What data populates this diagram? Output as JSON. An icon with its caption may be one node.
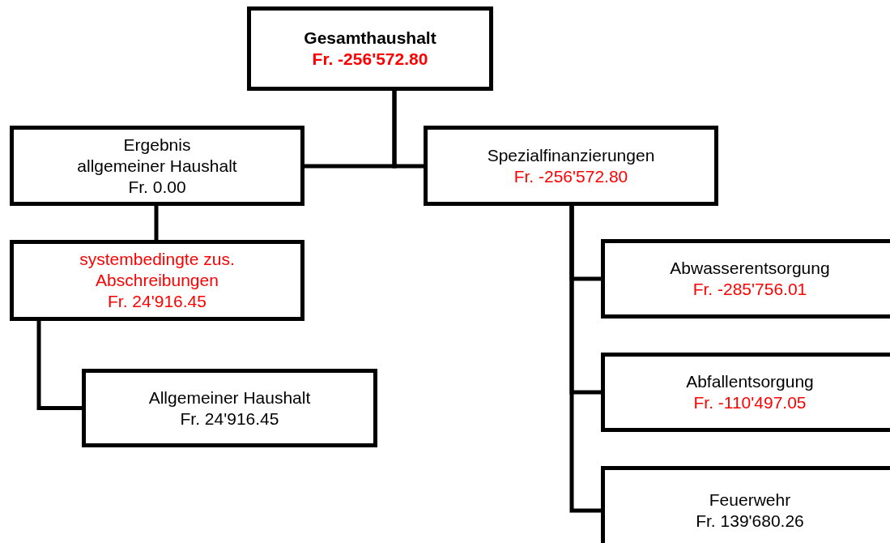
{
  "diagram": {
    "nodes": [
      {
        "text": [
          "Gesamthaushalt",
          "Fr. -256'572.80"
        ]
      },
      {
        "text": [
          "Ergebnis",
          "allgemeiner Haushalt",
          "Fr. 0.00"
        ]
      },
      {
        "text": [
          "Spezialfinanzierungen",
          "Fr. -256'572.80"
        ]
      },
      {
        "text": [
          "systembedingte zus. Abschreibungen",
          "Fr. 24'916.45"
        ]
      },
      {
        "text": [
          "Allgemeiner Haushalt",
          "Fr. 24'916.45"
        ]
      },
      {
        "text": [
          "Abwasserentsorgung",
          "Fr. -285'756.01"
        ]
      },
      {
        "text": [
          "Abfallentsorgung",
          "Fr. -110'497.05"
        ]
      },
      {
        "text": [
          "Feuerwehr",
          "Fr. 139'680.26"
        ]
      }
    ],
    "edges": [
      {
        "from": 0,
        "to": 1,
        "arrow": "none"
      },
      {
        "from": 0,
        "to": 2,
        "arrow": "none"
      },
      {
        "from": 1,
        "to": 3,
        "arrow": "none"
      },
      {
        "from": 3,
        "to": 4,
        "arrow": "none"
      },
      {
        "from": 2,
        "to": 5,
        "arrow": "none"
      },
      {
        "from": 2,
        "to": 6,
        "arrow": "none"
      },
      {
        "from": 2,
        "to": 7,
        "arrow": "none"
      }
    ]
  }
}
